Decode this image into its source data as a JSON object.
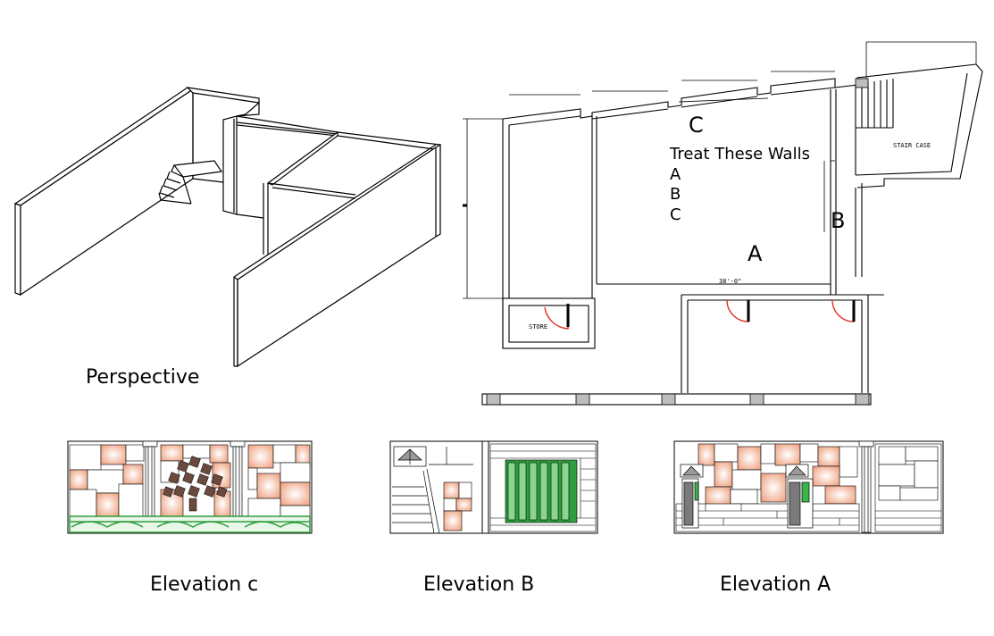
{
  "captions": {
    "perspective": "Perspective",
    "elevation_c": "Elevation c",
    "elevation_b": "Elevation B",
    "elevation_a": "Elevation A"
  },
  "plan": {
    "note_title": "Treat These Walls",
    "note_items": [
      "A",
      "B",
      "C"
    ],
    "wall_a": "A",
    "wall_b": "B",
    "wall_c": "C",
    "room_store": "STORE",
    "room_stair": "STAIR CASE",
    "dim_bottom": "38'-0\""
  },
  "colors": {
    "line": "#000000",
    "door": "#e03020",
    "tile_fill": "#f3b69a",
    "railing": "#39b54a",
    "panel_green": "#2e9e3e"
  }
}
